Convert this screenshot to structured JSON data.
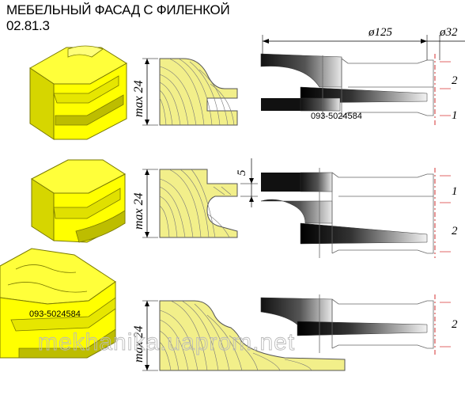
{
  "title": "МЕБЕЛЬНЫЙ ФАСАД С ФИЛЕНКОЙ",
  "code": "02.81.3",
  "dimensions": {
    "diameter": "ø125",
    "bore": "ø32",
    "max_label": "max 24",
    "groove": "5"
  },
  "cutter_labels": {
    "upper": "2",
    "lower": "1"
  },
  "phone": "093-5024584",
  "watermark": "mekhanika.uaprom.net",
  "colors": {
    "profile_fill": "#f2ef8a",
    "block_face": "#ffff00",
    "block_shadow": "#c8c800",
    "dim_line": "#cc0000"
  },
  "rows": [
    {
      "max": "max 24",
      "labels": [
        "2",
        "1"
      ],
      "phone": "093-5024584"
    },
    {
      "max": "max 24",
      "dim": "5",
      "labels": [
        "1",
        "2"
      ]
    },
    {
      "max": "max 24",
      "labels": [
        "2"
      ],
      "phone": "093-5024584"
    }
  ]
}
